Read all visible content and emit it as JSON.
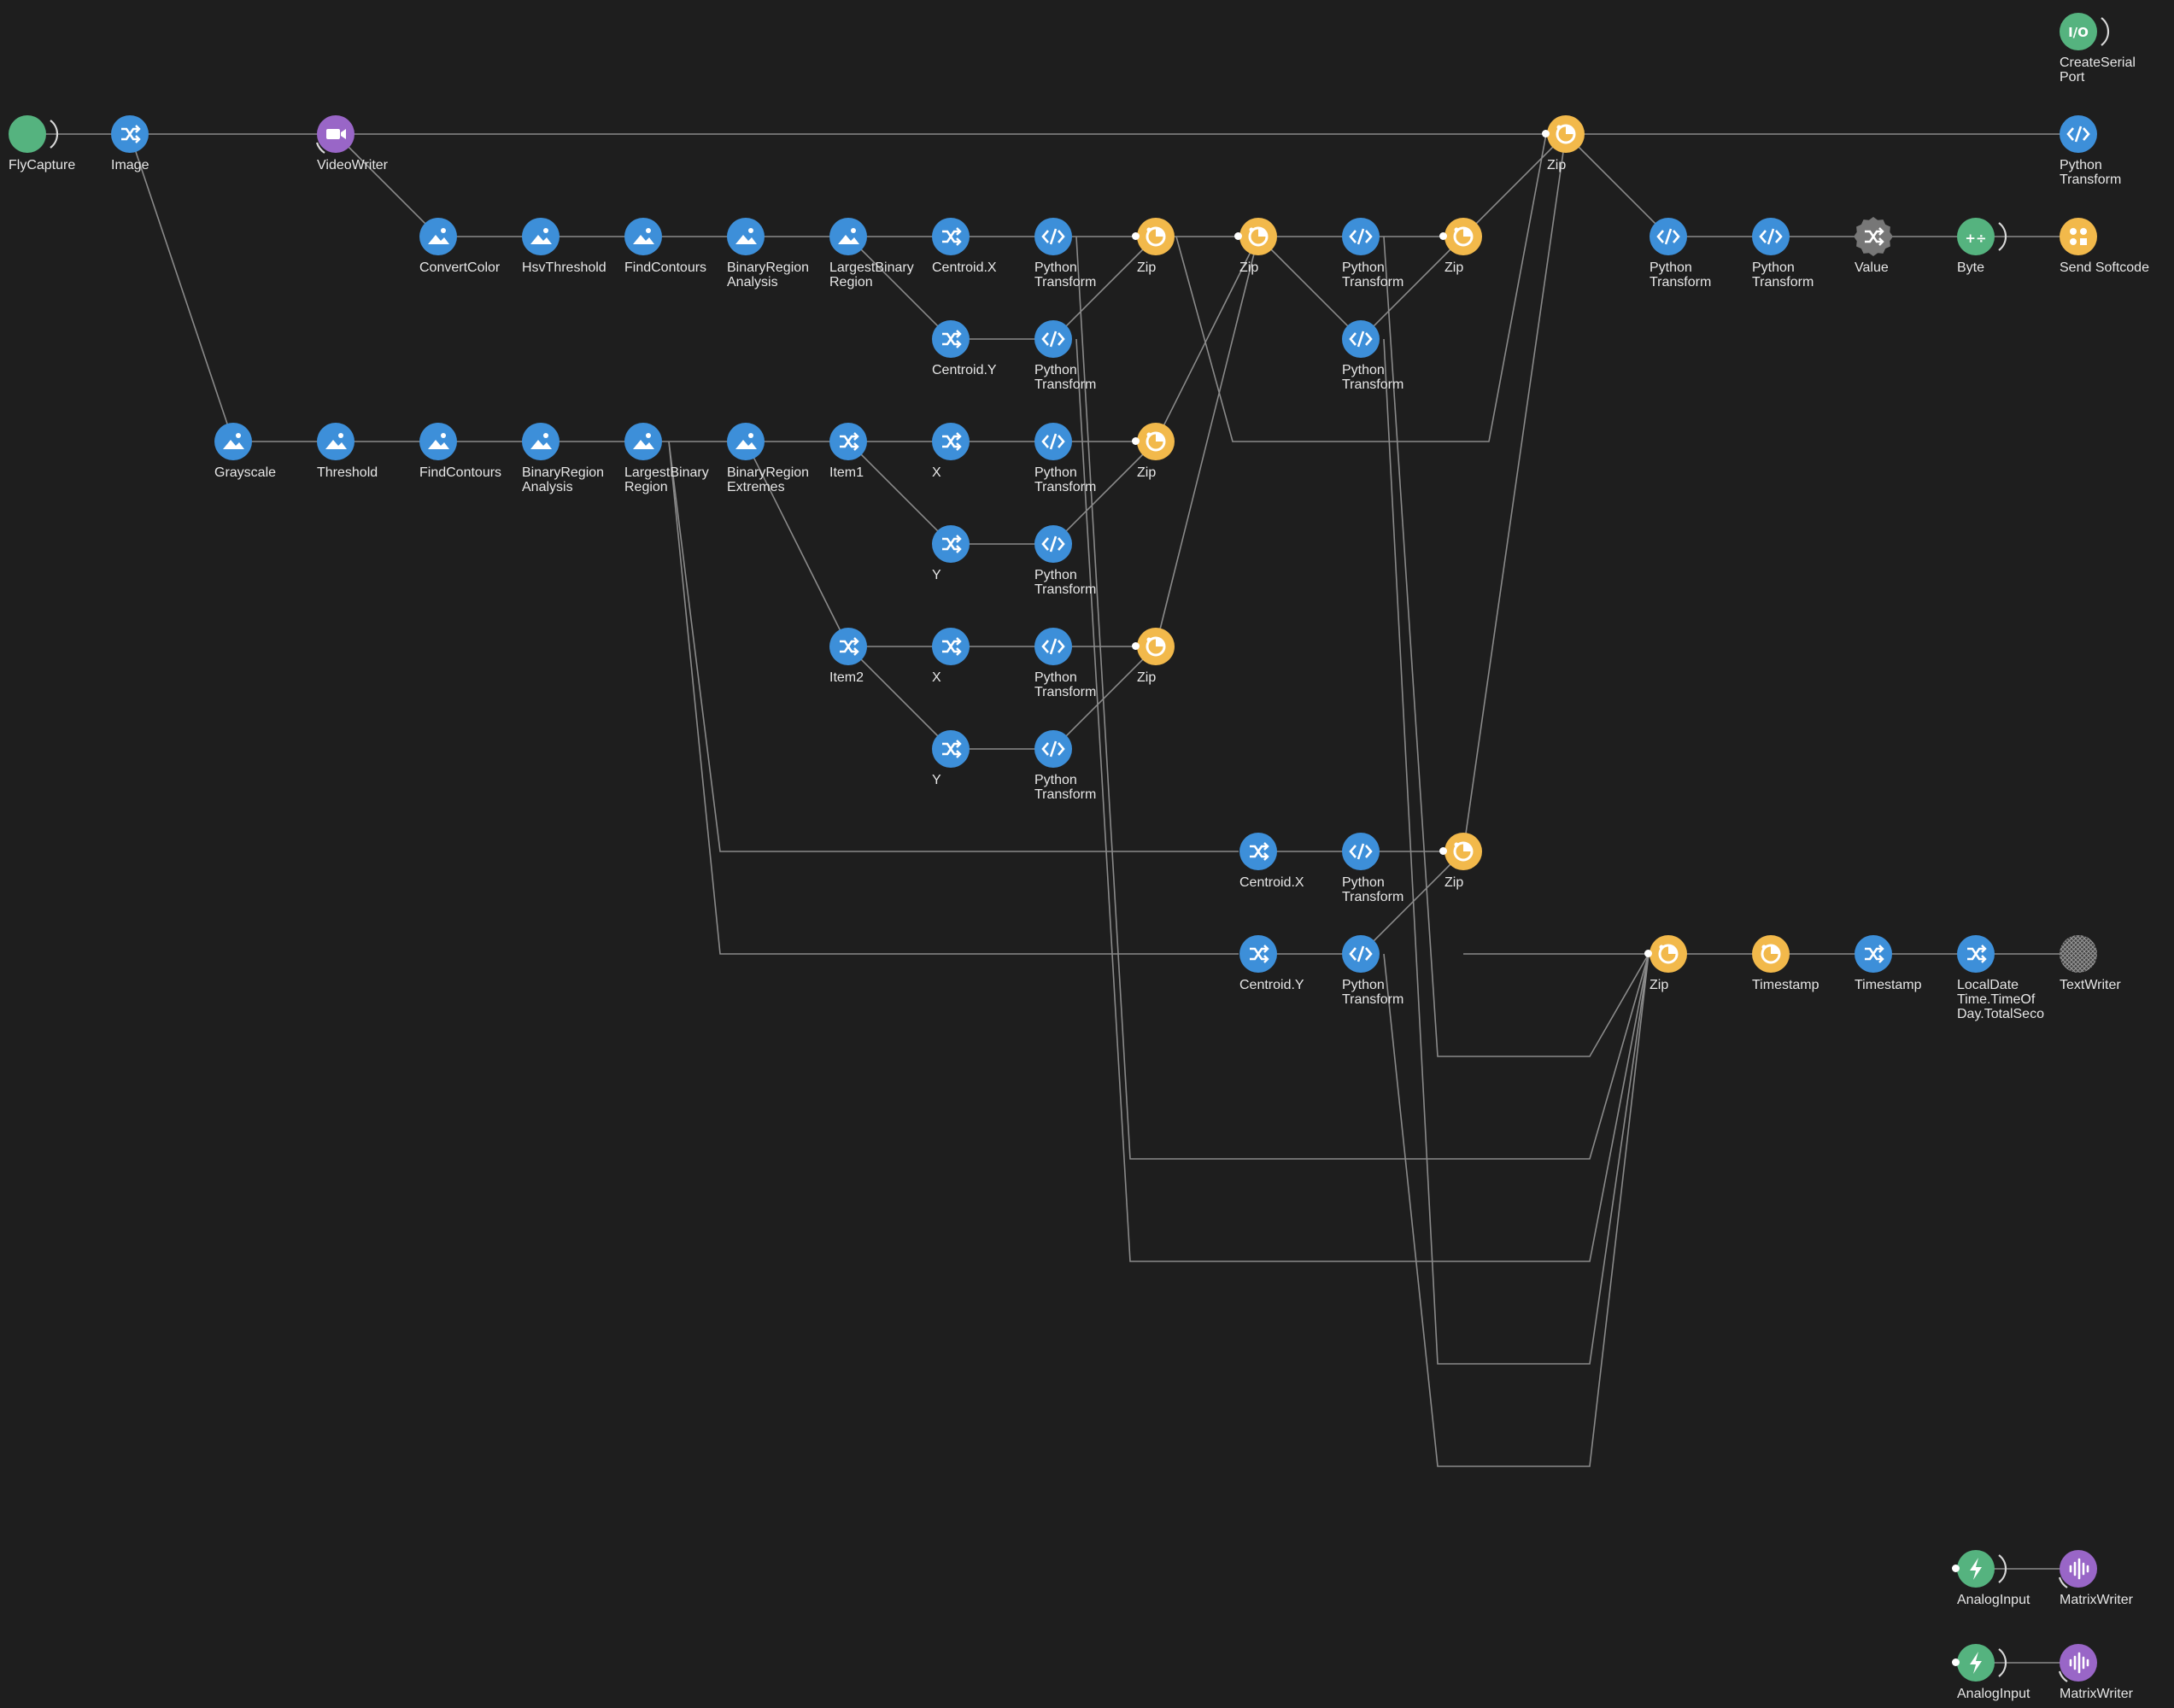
{
  "workflow": {
    "nodes": [
      {
        "id": "flycapture",
        "label": "FlyCapture",
        "kind": "source-green",
        "icon": "blank",
        "bracket": true
      },
      {
        "id": "image",
        "label": "Image",
        "kind": "blue",
        "icon": "member-selector"
      },
      {
        "id": "videowriter",
        "label": "VideoWriter",
        "kind": "sink-purple",
        "icon": "video"
      },
      {
        "id": "convertcolor",
        "label": "ConvertColor",
        "kind": "blue",
        "icon": "image"
      },
      {
        "id": "hsvthreshold",
        "label": "HsvThreshold",
        "kind": "blue",
        "icon": "image"
      },
      {
        "id": "findcontours1",
        "label": "FindContours",
        "kind": "blue",
        "icon": "image"
      },
      {
        "id": "bra1",
        "label": "BinaryRegion\nAnalysis",
        "kind": "blue",
        "icon": "image"
      },
      {
        "id": "lbr1",
        "label": "LargestBinary\nRegion",
        "kind": "blue",
        "icon": "image"
      },
      {
        "id": "centroidx1",
        "label": "Centroid.X",
        "kind": "blue",
        "icon": "member-selector"
      },
      {
        "id": "pt1",
        "label": "Python\nTransform",
        "kind": "blue",
        "icon": "code"
      },
      {
        "id": "zip1",
        "label": "Zip",
        "kind": "yellow",
        "icon": "combinator",
        "port": true
      },
      {
        "id": "zip2",
        "label": "Zip",
        "kind": "yellow",
        "icon": "combinator",
        "port": true
      },
      {
        "id": "pt2",
        "label": "Python\nTransform",
        "kind": "blue",
        "icon": "code"
      },
      {
        "id": "zip3",
        "label": "Zip",
        "kind": "yellow",
        "icon": "combinator",
        "port": true
      },
      {
        "id": "centroidy1",
        "label": "Centroid.Y",
        "kind": "blue",
        "icon": "member-selector"
      },
      {
        "id": "pt3",
        "label": "Python\nTransform",
        "kind": "blue",
        "icon": "code"
      },
      {
        "id": "pt4",
        "label": "Python\nTransform",
        "kind": "blue",
        "icon": "code"
      },
      {
        "id": "grayscale",
        "label": "Grayscale",
        "kind": "blue",
        "icon": "image"
      },
      {
        "id": "threshold",
        "label": "Threshold",
        "kind": "blue",
        "icon": "image"
      },
      {
        "id": "findcontours2",
        "label": "FindContours",
        "kind": "blue",
        "icon": "image"
      },
      {
        "id": "bra2",
        "label": "BinaryRegion\nAnalysis",
        "kind": "blue",
        "icon": "image"
      },
      {
        "id": "lbr2",
        "label": "LargestBinary\nRegion",
        "kind": "blue",
        "icon": "image"
      },
      {
        "id": "bre",
        "label": "BinaryRegion\nExtremes",
        "kind": "blue",
        "icon": "image"
      },
      {
        "id": "item1",
        "label": "Item1",
        "kind": "blue",
        "icon": "member-selector"
      },
      {
        "id": "x1",
        "label": "X",
        "kind": "blue",
        "icon": "member-selector"
      },
      {
        "id": "pt5",
        "label": "Python\nTransform",
        "kind": "blue",
        "icon": "code"
      },
      {
        "id": "zip4",
        "label": "Zip",
        "kind": "yellow",
        "icon": "combinator",
        "port": true
      },
      {
        "id": "y1",
        "label": "Y",
        "kind": "blue",
        "icon": "member-selector"
      },
      {
        "id": "pt6",
        "label": "Python\nTransform",
        "kind": "blue",
        "icon": "code"
      },
      {
        "id": "item2",
        "label": "Item2",
        "kind": "blue",
        "icon": "member-selector"
      },
      {
        "id": "x2",
        "label": "X",
        "kind": "blue",
        "icon": "member-selector"
      },
      {
        "id": "pt7",
        "label": "Python\nTransform",
        "kind": "blue",
        "icon": "code"
      },
      {
        "id": "zip5",
        "label": "Zip",
        "kind": "yellow",
        "icon": "combinator",
        "port": true
      },
      {
        "id": "y2",
        "label": "Y",
        "kind": "blue",
        "icon": "member-selector"
      },
      {
        "id": "pt8",
        "label": "Python\nTransform",
        "kind": "blue",
        "icon": "code"
      },
      {
        "id": "centroidx2",
        "label": "Centroid.X",
        "kind": "blue",
        "icon": "member-selector"
      },
      {
        "id": "pt9",
        "label": "Python\nTransform",
        "kind": "blue",
        "icon": "code"
      },
      {
        "id": "zip6",
        "label": "Zip",
        "kind": "yellow",
        "icon": "combinator",
        "port": true
      },
      {
        "id": "centroidy2",
        "label": "Centroid.Y",
        "kind": "blue",
        "icon": "member-selector"
      },
      {
        "id": "pt10",
        "label": "Python\nTransform",
        "kind": "blue",
        "icon": "code"
      },
      {
        "id": "zipmain",
        "label": "Zip",
        "kind": "yellow",
        "icon": "combinator",
        "port": true
      },
      {
        "id": "pt11",
        "label": "Python\nTransform",
        "kind": "blue",
        "icon": "code"
      },
      {
        "id": "pt12",
        "label": "Python\nTransform",
        "kind": "blue",
        "icon": "code"
      },
      {
        "id": "pt13",
        "label": "Python\nTransform",
        "kind": "blue",
        "icon": "code"
      },
      {
        "id": "value",
        "label": "Value",
        "kind": "gray",
        "icon": "member-selector"
      },
      {
        "id": "byte",
        "label": "Byte",
        "kind": "green",
        "icon": "math",
        "bracket": true
      },
      {
        "id": "sendsoftcode",
        "label": "Send Softcode",
        "kind": "yellow",
        "icon": "dots"
      },
      {
        "id": "createserialport",
        "label": "CreateSerial\nPort",
        "kind": "source-green",
        "icon": "io",
        "bracket": true
      },
      {
        "id": "zip7",
        "label": "Zip",
        "kind": "yellow",
        "icon": "combinator",
        "port": true
      },
      {
        "id": "timestamp1",
        "label": "Timestamp",
        "kind": "yellow",
        "icon": "combinator"
      },
      {
        "id": "timestamp2",
        "label": "Timestamp",
        "kind": "blue",
        "icon": "member-selector"
      },
      {
        "id": "localdatetime",
        "label": "LocalDate\nTime.TimeOf\nDay.TotalSeco",
        "kind": "blue",
        "icon": "member-selector"
      },
      {
        "id": "textwriter",
        "label": "TextWriter",
        "kind": "hatched",
        "icon": "none"
      },
      {
        "id": "analoginput1",
        "label": "AnalogInput",
        "kind": "source-green",
        "icon": "bolt",
        "port": true,
        "bracket": true
      },
      {
        "id": "matrixwriter1",
        "label": "MatrixWriter",
        "kind": "sink-purple",
        "icon": "wave"
      },
      {
        "id": "analoginput2",
        "label": "AnalogInput",
        "kind": "source-green",
        "icon": "bolt",
        "port": true,
        "bracket": true
      },
      {
        "id": "matrixwriter2",
        "label": "MatrixWriter",
        "kind": "sink-purple",
        "icon": "wave"
      }
    ],
    "colors": {
      "blue": "#3d8fd9",
      "yellow": "#f2b94b",
      "green": "#55b37f",
      "purple": "#9966c7",
      "gray": "#777777",
      "wire": "#8a8a8a",
      "background": "#1e1e1e",
      "label": "#e6e6e6"
    }
  }
}
